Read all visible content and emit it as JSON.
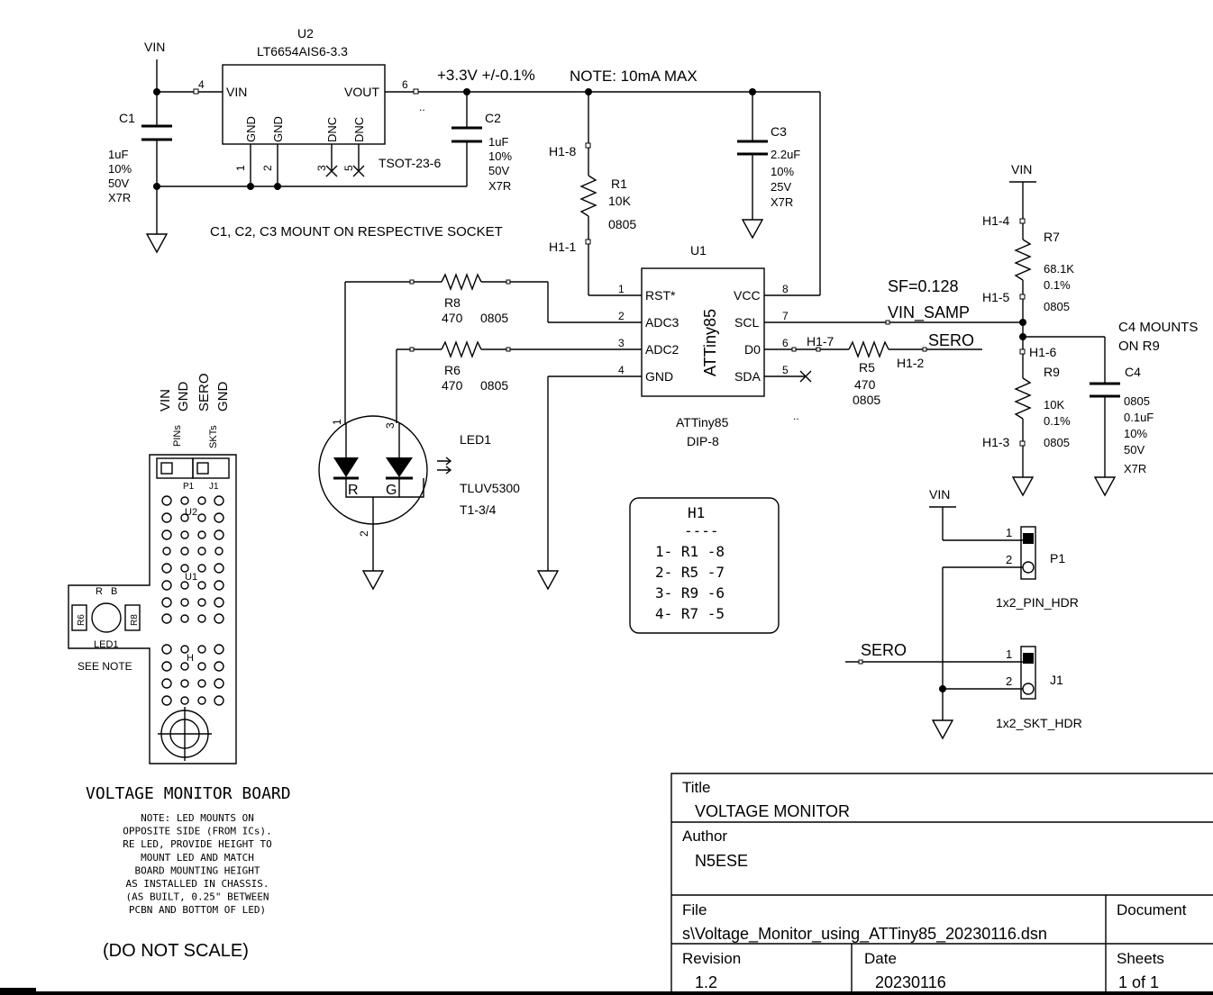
{
  "u2": {
    "ref": "U2",
    "part": "LT6654AIS6-3.3",
    "package": "TSOT-23-6",
    "pin_vin": "VIN",
    "pin_vout": "VOUT",
    "pin_gnd1": "GND",
    "pin_gnd2": "GND",
    "pin_dnc1": "DNC",
    "pin_dnc2": "DNC",
    "pn4": "4",
    "pn6": "6",
    "pn1": "1",
    "pn2": "2",
    "pn3": "3",
    "pn5": "5"
  },
  "nets": {
    "vin": "VIN",
    "rail": "+3.3V +/-0.1%",
    "rail_note": "NOTE: 10mA MAX",
    "vin_samp": "VIN_SAMP",
    "sf": "SF=0.128",
    "sero": "SERO",
    "dotdot": ".."
  },
  "caps": {
    "c1": {
      "ref": "C1",
      "v1": "1uF",
      "v2": "10%",
      "v3": "50V",
      "v4": "X7R"
    },
    "c2": {
      "ref": "C2",
      "v1": "1uF",
      "v2": "10%",
      "v3": "50V",
      "v4": "X7R"
    },
    "c3": {
      "ref": "C3",
      "v1": "2.2uF",
      "v2": "10%",
      "v3": "25V",
      "v4": "X7R"
    },
    "c4": {
      "ref": "C4",
      "v1": "0805",
      "v2": "0.1uF",
      "v3": "10%",
      "v4": "50V",
      "v5": "X7R"
    }
  },
  "notes": {
    "cap_mount": "C1, C2, C3 MOUNT ON RESPECTIVE SOCKET",
    "c4_mount1": "C4 MOUNTS",
    "c4_mount2": "ON R9",
    "board_title": "VOLTAGE MONITOR BOARD",
    "board_note": [
      "NOTE: LED MOUNTS ON",
      "OPPOSITE SIDE (FROM ICs).",
      "RE LED, PROVIDE HEIGHT TO",
      "MOUNT LED AND MATCH",
      "BOARD MOUNTING HEIGHT",
      "AS INSTALLED IN CHASSIS.",
      "(AS BUILT, 0.25\" BETWEEN",
      "PCBN AND BOTTOM OF LED)"
    ],
    "do_not_scale": "(DO NOT SCALE)"
  },
  "resistors": {
    "r1": {
      "ref": "R1",
      "val": "10K",
      "pkg": "0805",
      "h_top": "H1-8",
      "h_bot": "H1-1"
    },
    "r8": {
      "ref": "R8",
      "val": "470",
      "pkg": "0805"
    },
    "r6": {
      "ref": "R6",
      "val": "470",
      "pkg": "0805"
    },
    "r5": {
      "ref": "R5",
      "val": "470",
      "pkg": "0805",
      "h_left": "H1-7",
      "h_right": "H1-2"
    },
    "r7": {
      "ref": "R7",
      "val": "68.1K",
      "tol": "0.1%",
      "pkg": "0805",
      "h_top": "H1-4",
      "h_bot": "H1-5"
    },
    "r9": {
      "ref": "R9",
      "val": "10K",
      "tol": "0.1%",
      "pkg": "0805",
      "h_top": "H1-6",
      "h_bot": "H1-3"
    }
  },
  "u1": {
    "ref": "U1",
    "name": "ATTiny85",
    "part": "ATTiny85",
    "package": "DIP-8",
    "pins_left": [
      {
        "num": "1",
        "name": "RST*"
      },
      {
        "num": "2",
        "name": "ADC3"
      },
      {
        "num": "3",
        "name": "ADC2"
      },
      {
        "num": "4",
        "name": "GND"
      }
    ],
    "pins_right": [
      {
        "num": "8",
        "name": "VCC"
      },
      {
        "num": "7",
        "name": "SCL"
      },
      {
        "num": "6",
        "name": "D0"
      },
      {
        "num": "5",
        "name": "SDA"
      }
    ]
  },
  "led": {
    "ref": "LED1",
    "part": "TLUV5300",
    "pkg": "T1-3/4",
    "r": "R",
    "g": "G",
    "p1": "1",
    "p2": "2",
    "p3": "3"
  },
  "h1_table": {
    "title": "H1",
    "dashes": "----",
    "rows": [
      "1- R1 -8",
      "2- R5 -7",
      "3- R9 -6",
      "4- R7 -5"
    ]
  },
  "connectors": {
    "p1": {
      "ref": "P1",
      "part": "1x2_PIN_HDR",
      "p1": "1",
      "p2": "2"
    },
    "j1": {
      "ref": "J1",
      "part": "1x2_SKT_HDR",
      "p1": "1",
      "p2": "2"
    }
  },
  "board": {
    "hdr_labels": [
      "VIN",
      "GND",
      "SERO",
      "GND"
    ],
    "pins_lbl": "PINs",
    "skts_lbl": "SKTs",
    "p1": "P1",
    "j1": "J1",
    "u2": "U2",
    "u1": "U1",
    "h": "H",
    "r6": "R6",
    "r8": "R8",
    "r": "R",
    "b": "B",
    "led1": "LED1",
    "see_note": "SEE NOTE"
  },
  "title_block": {
    "title_lbl": "Title",
    "title": "VOLTAGE MONITOR",
    "author_lbl": "Author",
    "author": "N5ESE",
    "file_lbl": "File",
    "file": "s\\Voltage_Monitor_using_ATTiny85_20230116.dsn",
    "document_lbl": "Document",
    "revision_lbl": "Revision",
    "revision": "1.2",
    "date_lbl": "Date",
    "date": "20230116",
    "sheets_lbl": "Sheets",
    "sheets": "1 of 1"
  }
}
